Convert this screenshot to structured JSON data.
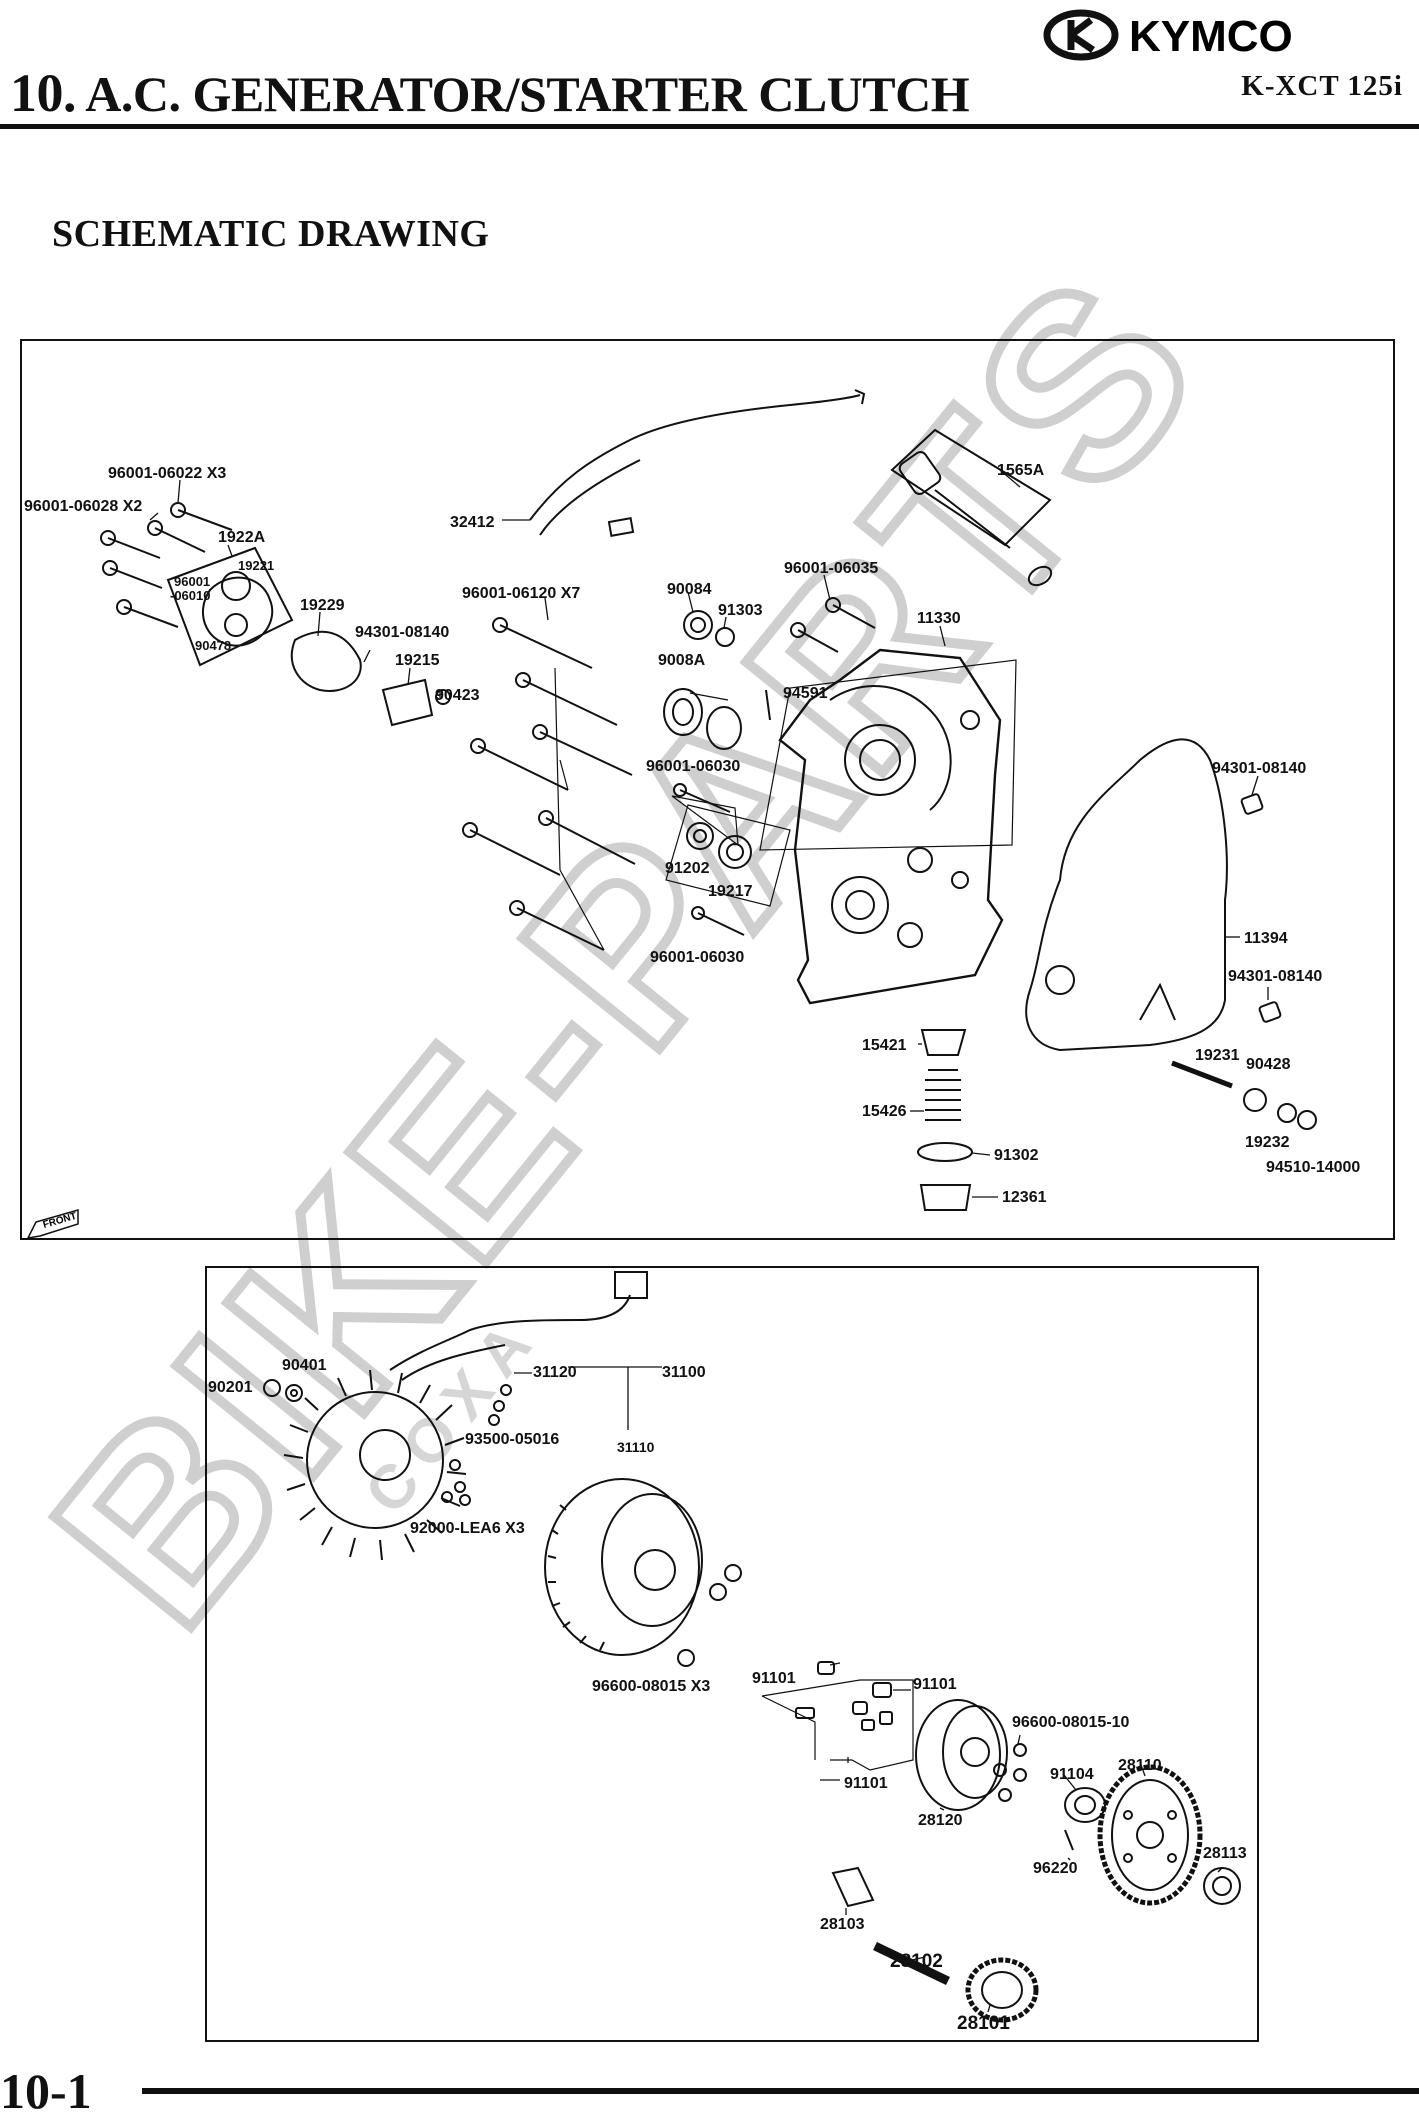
{
  "header": {
    "chapter_number": "10.",
    "chapter_title": "A.C. GENERATOR/STARTER CLUTCH",
    "brand": "KYMCO",
    "model": "K-XCT 125i"
  },
  "section_title": "SCHEMATIC DRAWING",
  "page_number": "10-1",
  "watermark": {
    "main": "BIKE-PARTS",
    "sub": "COXA"
  },
  "front_marker": "FRONT",
  "colors": {
    "ink": "#111111",
    "watermark": "#d9d9d9",
    "paper": "#ffffff"
  },
  "upper_panel_labels": [
    "96001-06022 X3",
    "96001-06028 X2",
    "1922A",
    "19221",
    "96001",
    "-06010",
    "90478",
    "19229",
    "94301-08140",
    "19215",
    "90423",
    "32412",
    "96001-06120 X7",
    "90084",
    "91303",
    "96001-06035",
    "9008A",
    "94591",
    "96001-06030",
    "91202",
    "19217",
    "96001-06030",
    "1565A",
    "11330",
    "94301-08140",
    "11394",
    "94301-08140",
    "15421",
    "15426",
    "91302",
    "12361",
    "19231",
    "90428",
    "19232",
    "94510-14000"
  ],
  "lower_panel_labels": [
    "90201",
    "90401",
    "31120",
    "31100",
    "93500-05016",
    "31110",
    "92000-LEA6 X3",
    "96600-08015 X3",
    "91101",
    "91101",
    "91101",
    "96600-08015-10",
    "91104",
    "28110",
    "28120",
    "96220",
    "28113",
    "28103",
    "28102",
    "28101"
  ]
}
